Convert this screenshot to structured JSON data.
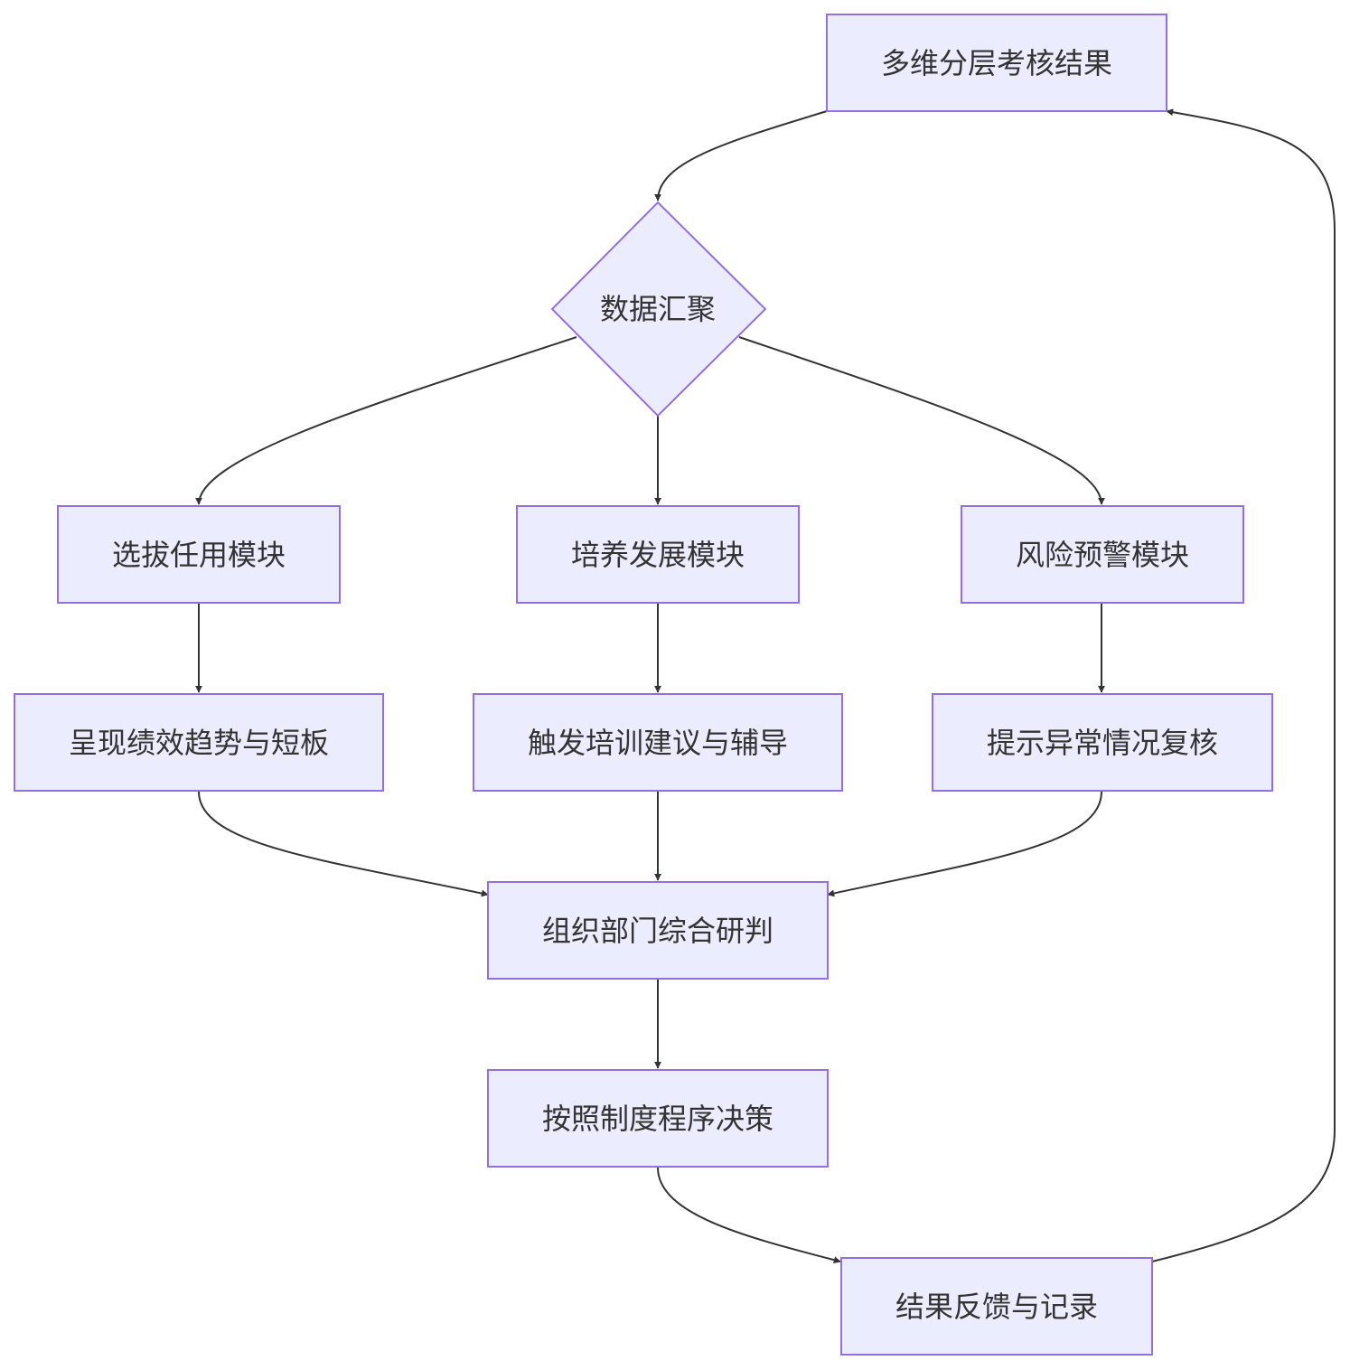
{
  "diagram": {
    "nodes": {
      "start": "多维分层考核结果",
      "hub": "数据汇聚",
      "select": "选拔任用模块",
      "train": "培养发展模块",
      "risk": "风险预警模块",
      "trend": "呈现绩效趋势与短板",
      "coach": "触发培训建议与辅导",
      "review": "提示异常情况复核",
      "judge": "组织部门综合研判",
      "decide": "按照制度程序决策",
      "feedback": "结果反馈与记录"
    },
    "edges": [
      {
        "from": "start",
        "to": "hub"
      },
      {
        "from": "hub",
        "to": "select"
      },
      {
        "from": "hub",
        "to": "train"
      },
      {
        "from": "hub",
        "to": "risk"
      },
      {
        "from": "select",
        "to": "trend"
      },
      {
        "from": "train",
        "to": "coach"
      },
      {
        "from": "risk",
        "to": "review"
      },
      {
        "from": "trend",
        "to": "judge"
      },
      {
        "from": "coach",
        "to": "judge"
      },
      {
        "from": "review",
        "to": "judge"
      },
      {
        "from": "judge",
        "to": "decide"
      },
      {
        "from": "decide",
        "to": "feedback"
      },
      {
        "from": "feedback",
        "to": "start"
      }
    ]
  }
}
